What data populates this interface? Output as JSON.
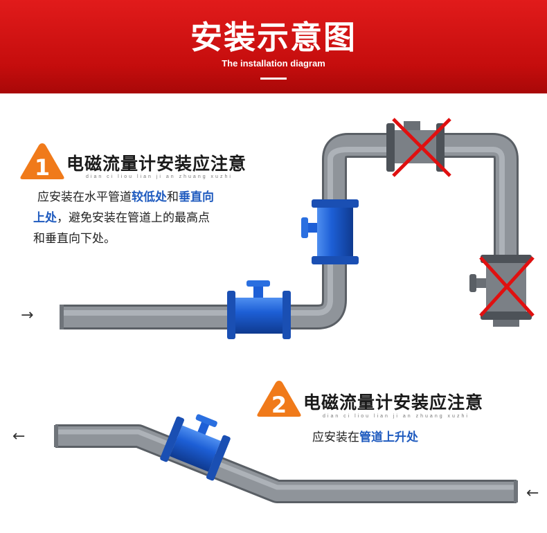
{
  "header": {
    "title": "安装示意图",
    "subtitle": "The installation diagram"
  },
  "note1": {
    "number": "1",
    "title": "电磁流量计安装应注意",
    "pinyin": "dian ci liou lian ji an zhuang xuzhi",
    "line1_a": "应安装在水平管道",
    "line1_b": "较低处",
    "line1_c": "和",
    "line1_d": "垂直向",
    "line2_a": "上处",
    "line2_b": "，避免安装在管道上的最高点",
    "line3": "和垂直向下处。"
  },
  "note2": {
    "number": "2",
    "title": "电磁流量计安装应注意",
    "pinyin": "dian ci liou lian ji an zhuang xuzhi",
    "line1_a": "应安装在",
    "line1_b": "管道上升处"
  },
  "arrows": {
    "flow1": "→",
    "flow2_out": "←",
    "flow2_in": "←"
  },
  "colors": {
    "header_red": "#d01414",
    "badge_orange": "#f07a1a",
    "highlight_blue": "#1f5bbf",
    "pipe_gray": "#8a8f95",
    "meter_blue": "#1d5fd6",
    "cross_red": "#e01010"
  }
}
